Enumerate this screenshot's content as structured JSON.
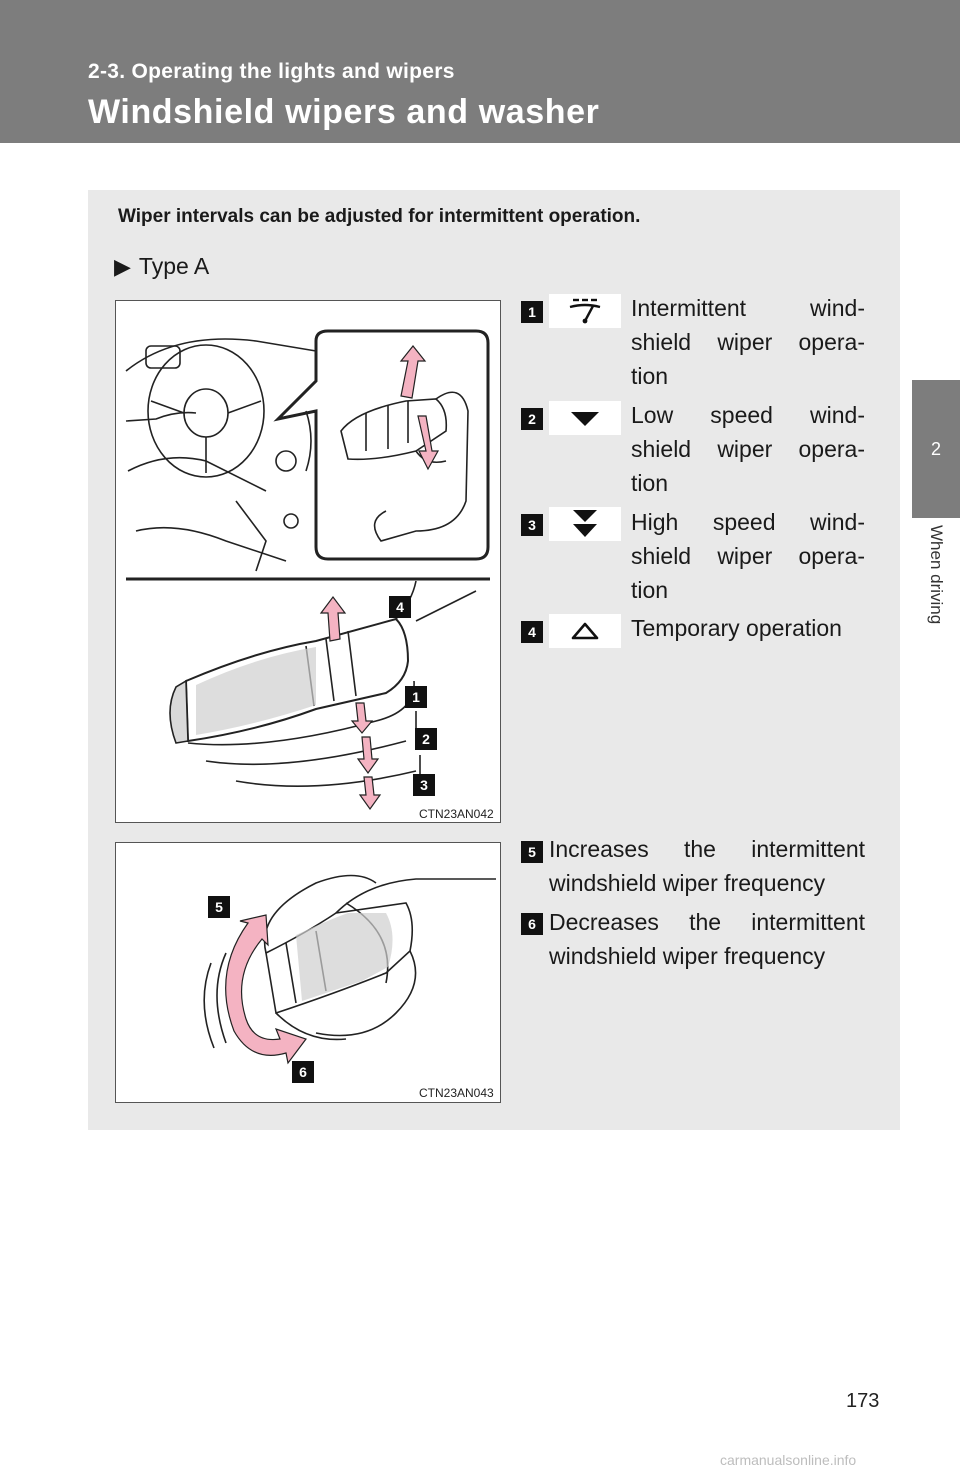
{
  "header": {
    "section": "2-3. Operating the lights and wipers",
    "title": "Windshield wipers and washer"
  },
  "side_tab": {
    "number": "2",
    "label": "When driving"
  },
  "intro": "Wiper intervals can be adjusted for intermittent operation.",
  "type_label": "Type A",
  "figures": [
    {
      "code": "CTN23AN042"
    },
    {
      "code": "CTN23AN043"
    }
  ],
  "positions": [
    {
      "num": "1",
      "icon": "intermittent-wiper-icon",
      "lines": [
        "Intermittent wind-",
        "shield wiper opera-",
        "tion"
      ]
    },
    {
      "num": "2",
      "icon": "low-speed-icon",
      "lines": [
        "Low speed wind-",
        "shield wiper opera-",
        "tion"
      ]
    },
    {
      "num": "3",
      "icon": "high-speed-icon",
      "lines": [
        "High speed wind-",
        "shield wiper opera-",
        "tion"
      ]
    },
    {
      "num": "4",
      "icon": "temporary-operation-icon",
      "lines": [
        "Temporary operation"
      ]
    }
  ],
  "figure_callouts": [
    "4",
    "1",
    "2",
    "3"
  ],
  "figure2_callouts": [
    "5",
    "6"
  ],
  "frequency": [
    {
      "num": "5",
      "text": "Increases the intermittent windshield wiper frequency"
    },
    {
      "num": "6",
      "text": "Decreases the intermittent windshield wiper frequency"
    }
  ],
  "page_number": "173",
  "watermark": "carmanualsonline.info",
  "colors": {
    "header_gray": "#7d7d7d",
    "panel_gray": "#e9e9e9",
    "arrow_pink": "#f4b3c2"
  }
}
